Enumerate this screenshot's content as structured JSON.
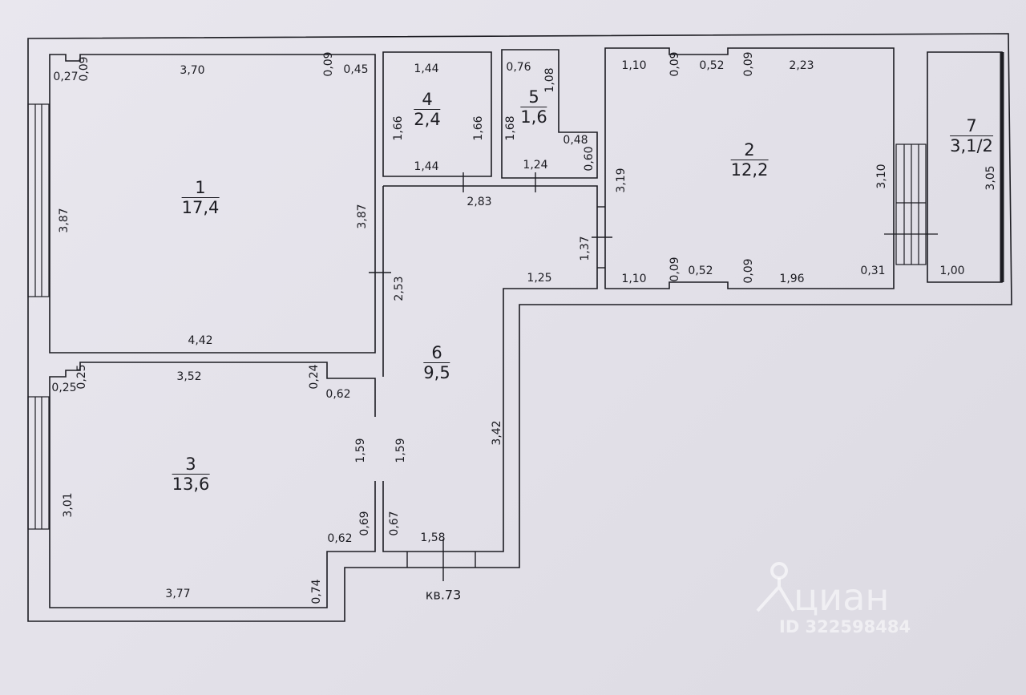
{
  "plan": {
    "apartment_label": "кв.73",
    "rooms": [
      {
        "number": "1",
        "area": "17,4"
      },
      {
        "number": "2",
        "area": "12,2"
      },
      {
        "number": "3",
        "area": "13,6"
      },
      {
        "number": "4",
        "area": "2,4"
      },
      {
        "number": "5",
        "area": "1,6"
      },
      {
        "number": "6",
        "area": "9,5"
      },
      {
        "number": "7",
        "area": "3,1/2"
      }
    ],
    "dimensions": [
      "0,27",
      "0,09",
      "3,70",
      "0,09",
      "0,45",
      "3,87",
      "3,87",
      "4,42",
      "1,44",
      "1,66",
      "1,66",
      "1,44",
      "0,76",
      "1,08",
      "1,68",
      "0,48",
      "0,60",
      "1,24",
      "2,83",
      "2,53",
      "1,37",
      "1,25",
      "1,10",
      "0,09",
      "0,52",
      "0,09",
      "2,23",
      "3,19",
      "3,10",
      "3,05",
      "1,10",
      "0,09",
      "0,52",
      "0,09",
      "1,96",
      "0,31",
      "1,00",
      "0,25",
      "0,25",
      "3,52",
      "0,24",
      "0,62",
      "1,59",
      "1,59",
      "3,42",
      "3,01",
      "0,69",
      "0,67",
      "0,62",
      "1,58",
      "3,77",
      "0,74"
    ]
  },
  "watermark": {
    "brand": "циан",
    "id": "ID 322598484"
  },
  "colors": {
    "line": "#1c1c22",
    "paper": "#e6e4eb"
  }
}
